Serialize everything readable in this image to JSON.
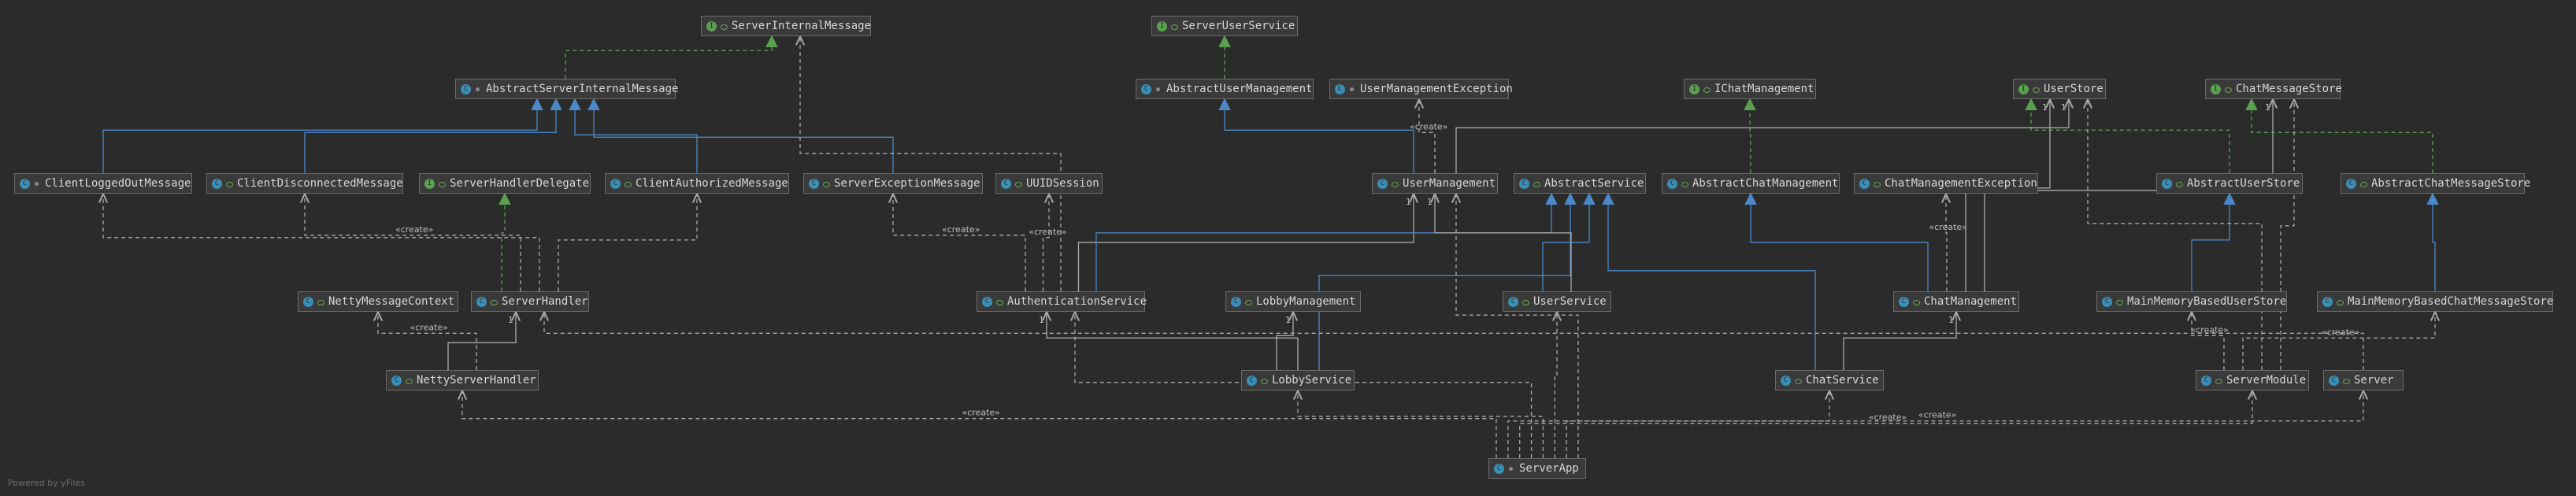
{
  "diagram": {
    "nodes": [
      {
        "id": "ServerInternalMessage",
        "label": "ServerInternalMessage",
        "kind": "interface",
        "visibility": "public"
      },
      {
        "id": "ServerUserService",
        "label": "ServerUserService",
        "kind": "interface",
        "visibility": "public"
      },
      {
        "id": "AbstractServerInternalMessage",
        "label": "AbstractServerInternalMessage",
        "kind": "class",
        "visibility": "package"
      },
      {
        "id": "AbstractUserManagement",
        "label": "AbstractUserManagement",
        "kind": "class",
        "visibility": "package"
      },
      {
        "id": "UserManagementException",
        "label": "UserManagementException",
        "kind": "class",
        "visibility": "package"
      },
      {
        "id": "IChatManagement",
        "label": "IChatManagement",
        "kind": "interface",
        "visibility": "public"
      },
      {
        "id": "UserStore",
        "label": "UserStore",
        "kind": "interface",
        "visibility": "public"
      },
      {
        "id": "ChatMessageStore",
        "label": "ChatMessageStore",
        "kind": "interface",
        "visibility": "public"
      },
      {
        "id": "ClientLoggedOutMessage",
        "label": "ClientLoggedOutMessage",
        "kind": "class",
        "visibility": "package"
      },
      {
        "id": "ClientDisconnectedMessage",
        "label": "ClientDisconnectedMessage",
        "kind": "class",
        "visibility": "public"
      },
      {
        "id": "ServerHandlerDelegate",
        "label": "ServerHandlerDelegate",
        "kind": "interface",
        "visibility": "public"
      },
      {
        "id": "ClientAuthorizedMessage",
        "label": "ClientAuthorizedMessage",
        "kind": "class",
        "visibility": "public"
      },
      {
        "id": "ServerExceptionMessage",
        "label": "ServerExceptionMessage",
        "kind": "class",
        "visibility": "public"
      },
      {
        "id": "UUIDSession",
        "label": "UUIDSession",
        "kind": "class",
        "visibility": "public"
      },
      {
        "id": "UserManagement",
        "label": "UserManagement",
        "kind": "class",
        "visibility": "public"
      },
      {
        "id": "AbstractService",
        "label": "AbstractService",
        "kind": "class",
        "visibility": "public"
      },
      {
        "id": "AbstractChatManagement",
        "label": "AbstractChatManagement",
        "kind": "class",
        "visibility": "public"
      },
      {
        "id": "ChatManagementException",
        "label": "ChatManagementException",
        "kind": "class",
        "visibility": "public"
      },
      {
        "id": "AbstractUserStore",
        "label": "AbstractUserStore",
        "kind": "class",
        "visibility": "public"
      },
      {
        "id": "AbstractChatMessageStore",
        "label": "AbstractChatMessageStore",
        "kind": "class",
        "visibility": "public"
      },
      {
        "id": "NettyMessageContext",
        "label": "NettyMessageContext",
        "kind": "class",
        "visibility": "public"
      },
      {
        "id": "ServerHandler",
        "label": "ServerHandler",
        "kind": "class",
        "visibility": "public"
      },
      {
        "id": "AuthenticationService",
        "label": "AuthenticationService",
        "kind": "class",
        "visibility": "public"
      },
      {
        "id": "LobbyManagement",
        "label": "LobbyManagement",
        "kind": "class",
        "visibility": "public"
      },
      {
        "id": "UserService",
        "label": "UserService",
        "kind": "class",
        "visibility": "public"
      },
      {
        "id": "ChatManagement",
        "label": "ChatManagement",
        "kind": "class",
        "visibility": "public"
      },
      {
        "id": "MainMemoryBasedUserStore",
        "label": "MainMemoryBasedUserStore",
        "kind": "class",
        "visibility": "public"
      },
      {
        "id": "MainMemoryBasedChatMessageStore",
        "label": "MainMemoryBasedChatMessageStore",
        "kind": "class",
        "visibility": "public"
      },
      {
        "id": "NettyServerHandler",
        "label": "NettyServerHandler",
        "kind": "class",
        "visibility": "public"
      },
      {
        "id": "LobbyService",
        "label": "LobbyService",
        "kind": "class",
        "visibility": "public"
      },
      {
        "id": "ChatService",
        "label": "ChatService",
        "kind": "class",
        "visibility": "public"
      },
      {
        "id": "ServerModule",
        "label": "ServerModule",
        "kind": "class",
        "visibility": "public"
      },
      {
        "id": "Server",
        "label": "Server",
        "kind": "class",
        "visibility": "public"
      },
      {
        "id": "ServerApp",
        "label": "ServerApp",
        "kind": "class",
        "visibility": "package"
      }
    ],
    "edges": [
      {
        "from": "AbstractServerInternalMessage",
        "to": "ServerInternalMessage",
        "type": "realization"
      },
      {
        "from": "ClientLoggedOutMessage",
        "to": "AbstractServerInternalMessage",
        "type": "inheritance"
      },
      {
        "from": "ClientDisconnectedMessage",
        "to": "AbstractServerInternalMessage",
        "type": "inheritance"
      },
      {
        "from": "ClientAuthorizedMessage",
        "to": "AbstractServerInternalMessage",
        "type": "inheritance"
      },
      {
        "from": "ServerExceptionMessage",
        "to": "AbstractServerInternalMessage",
        "type": "inheritance"
      },
      {
        "from": "AbstractUserManagement",
        "to": "ServerUserService",
        "type": "realization"
      },
      {
        "from": "UserManagement",
        "to": "AbstractUserManagement",
        "type": "inheritance"
      },
      {
        "from": "UserManagement",
        "to": "UserManagementException",
        "type": "create",
        "label": "«create»"
      },
      {
        "from": "AbstractChatManagement",
        "to": "IChatManagement",
        "type": "realization"
      },
      {
        "from": "ChatManagement",
        "to": "AbstractChatManagement",
        "type": "inheritance"
      },
      {
        "from": "ChatManagement",
        "to": "ChatManagementException",
        "type": "create",
        "label": "«create»"
      },
      {
        "from": "AbstractUserStore",
        "to": "UserStore",
        "type": "realization"
      },
      {
        "from": "AbstractChatMessageStore",
        "to": "ChatMessageStore",
        "type": "realization"
      },
      {
        "from": "MainMemoryBasedUserStore",
        "to": "AbstractUserStore",
        "type": "inheritance"
      },
      {
        "from": "MainMemoryBasedChatMessageStore",
        "to": "AbstractChatMessageStore",
        "type": "inheritance"
      },
      {
        "from": "ServerHandler",
        "to": "ServerHandlerDelegate",
        "type": "realization"
      },
      {
        "from": "ServerHandler",
        "to": "ClientDisconnectedMessage",
        "type": "create",
        "label": "«create»"
      },
      {
        "from": "ServerHandler",
        "to": "ClientLoggedOutMessage",
        "type": "dependency"
      },
      {
        "from": "ServerHandler",
        "to": "ClientAuthorizedMessage",
        "type": "dependency"
      },
      {
        "from": "NettyServerHandler",
        "to": "ServerHandler",
        "type": "association",
        "label": "1"
      },
      {
        "from": "NettyServerHandler",
        "to": "NettyMessageContext",
        "type": "create",
        "label": "«create»"
      },
      {
        "from": "AuthenticationService",
        "to": "ServerExceptionMessage",
        "type": "create",
        "label": "«create»"
      },
      {
        "from": "AuthenticationService",
        "to": "UUIDSession",
        "type": "create",
        "label": "«create»"
      },
      {
        "from": "AuthenticationService",
        "to": "ServerInternalMessage",
        "type": "dependency"
      },
      {
        "from": "AuthenticationService",
        "to": "UserManagement",
        "type": "association",
        "label": "1"
      },
      {
        "from": "AuthenticationService",
        "to": "AbstractService",
        "type": "inheritance"
      },
      {
        "from": "LobbyService",
        "to": "LobbyManagement",
        "type": "association",
        "label": "1"
      },
      {
        "from": "LobbyService",
        "to": "AuthenticationService",
        "type": "association",
        "label": "1"
      },
      {
        "from": "LobbyService",
        "to": "AbstractService",
        "type": "inheritance"
      },
      {
        "from": "UserService",
        "to": "AbstractService",
        "type": "inheritance"
      },
      {
        "from": "UserService",
        "to": "UserManagement",
        "type": "association",
        "label": "1"
      },
      {
        "from": "ChatService",
        "to": "AbstractService",
        "type": "inheritance"
      },
      {
        "from": "ChatService",
        "to": "ChatManagement",
        "type": "association",
        "label": "1"
      },
      {
        "from": "ChatManagement",
        "to": "UserStore",
        "type": "association",
        "label": "1"
      },
      {
        "from": "ChatManagement",
        "to": "ChatMessageStore",
        "type": "association",
        "label": "1"
      },
      {
        "from": "UserManagement",
        "to": "UserStore",
        "type": "association",
        "label": "1"
      },
      {
        "from": "ServerModule",
        "to": "MainMemoryBasedUserStore",
        "type": "create",
        "label": "«create»"
      },
      {
        "from": "ServerModule",
        "to": "MainMemoryBasedChatMessageStore",
        "type": "create",
        "label": "«create»"
      },
      {
        "from": "ServerModule",
        "to": "UserStore",
        "type": "dependency"
      },
      {
        "from": "ServerModule",
        "to": "ChatMessageStore",
        "type": "dependency"
      },
      {
        "from": "Server",
        "to": "ServerHandler",
        "type": "dependency"
      },
      {
        "from": "ServerApp",
        "to": "NettyServerHandler",
        "type": "create",
        "label": "«create»"
      },
      {
        "from": "ServerApp",
        "to": "Server",
        "type": "create",
        "label": "«create»"
      },
      {
        "from": "ServerApp",
        "to": "ServerModule",
        "type": "create",
        "label": "«create»"
      },
      {
        "from": "ServerApp",
        "to": "AuthenticationService",
        "type": "dependency"
      },
      {
        "from": "ServerApp",
        "to": "LobbyService",
        "type": "dependency"
      },
      {
        "from": "ServerApp",
        "to": "UserService",
        "type": "dependency"
      },
      {
        "from": "ServerApp",
        "to": "ChatService",
        "type": "dependency"
      },
      {
        "from": "ServerApp",
        "to": "UserManagement",
        "type": "dependency"
      }
    ],
    "colors": {
      "inheritance": "#4a88c7",
      "realization": "#59a14f",
      "dependency": "#a9a9a9",
      "association": "#a9a9a9"
    }
  },
  "footer": {
    "powered_by": "Powered by yFiles"
  }
}
